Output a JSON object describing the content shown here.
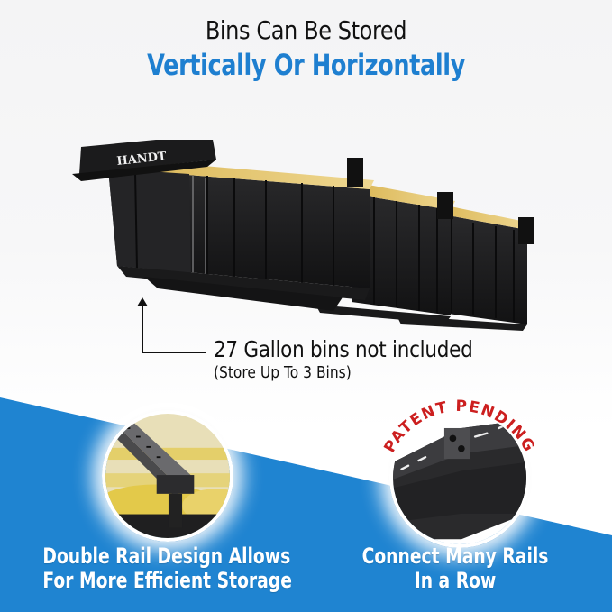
{
  "headline": {
    "line1": "Bins Can Be Stored",
    "line2": "Vertically Or Horizontally"
  },
  "product": {
    "brand": "HANDT",
    "bin_count_shown": 3
  },
  "annotation": {
    "main": "27 Gallon bins not included",
    "sub": "(Store Up To 3 Bins)"
  },
  "features": [
    {
      "caption_line1": "Double Rail Design Allows",
      "caption_line2": "For More Efficient Storage"
    },
    {
      "badge": "PATENT PENDING",
      "caption_line1": "Connect Many Rails",
      "caption_line2": "In a Row"
    }
  ],
  "colors": {
    "accent_blue": "#1f84d1",
    "headline_blue": "#1e7fd0",
    "badge_red": "#cc1f1f",
    "lid_yellow": "#e9c766",
    "bin_black": "#1d1d1f"
  }
}
